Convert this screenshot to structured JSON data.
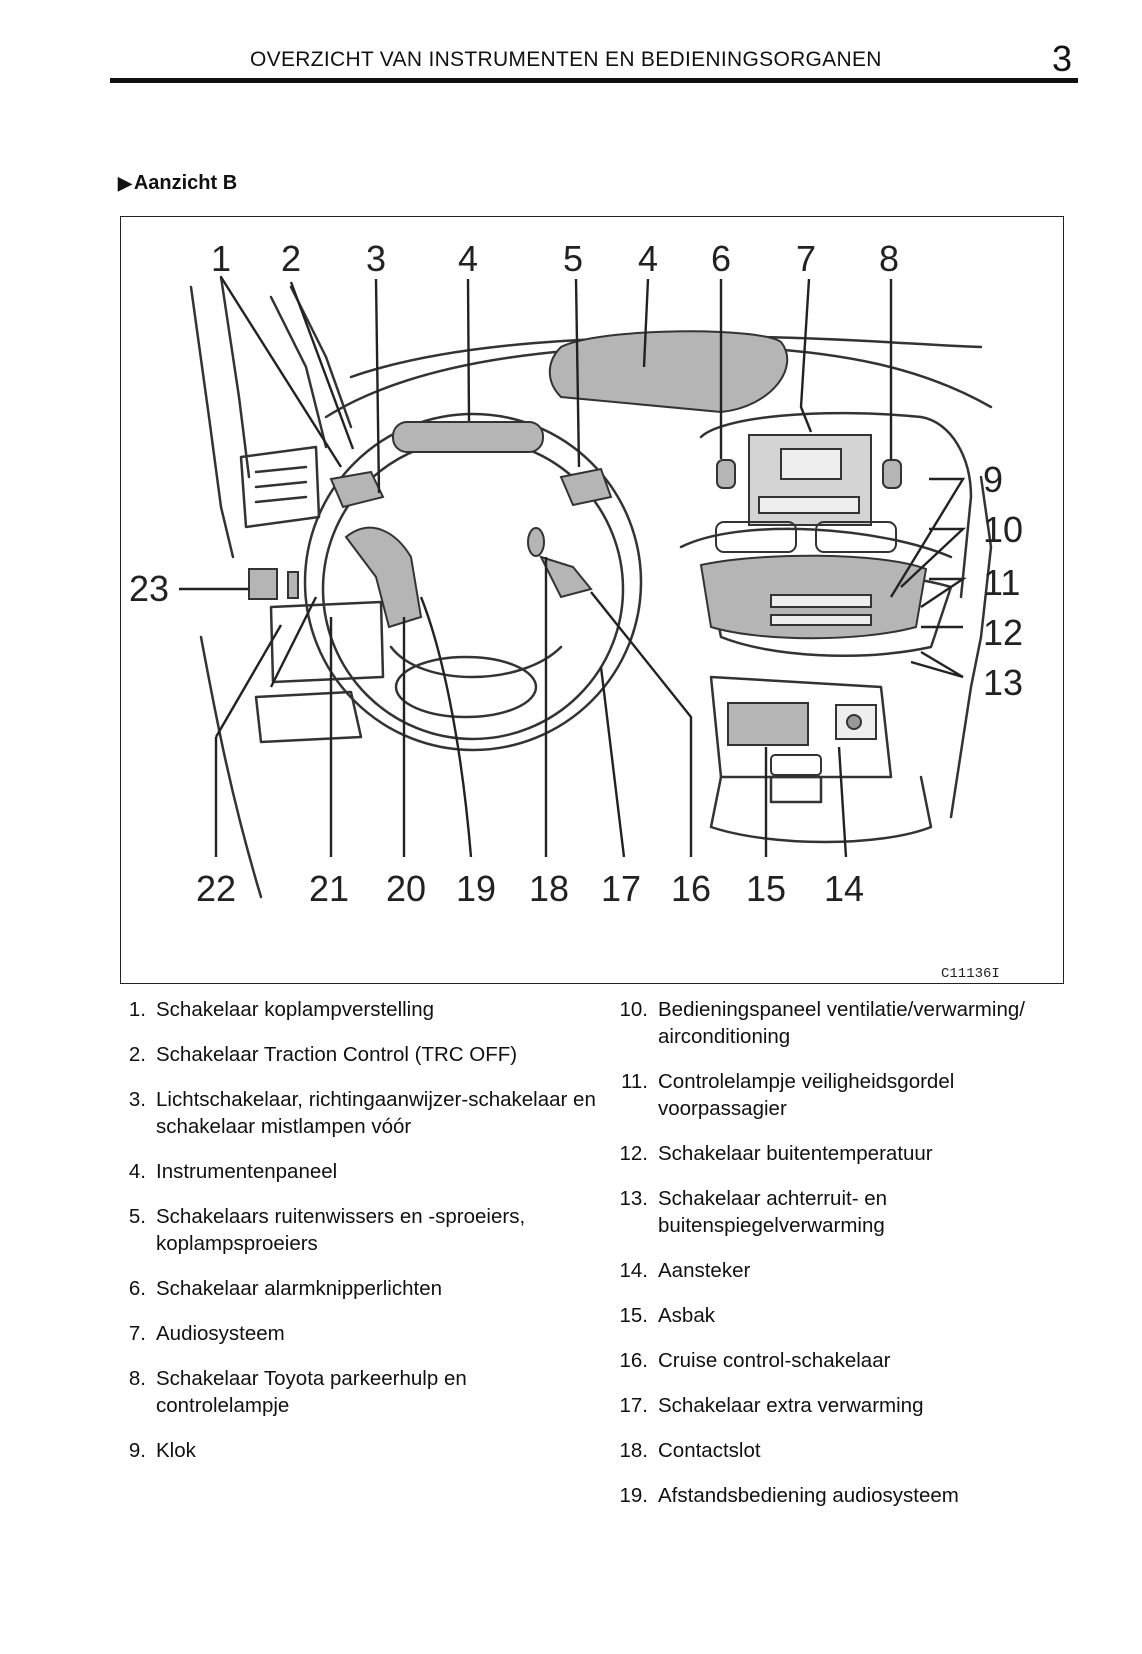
{
  "header": {
    "title": "OVERZICHT VAN INSTRUMENTEN EN BEDIENINGSORGANEN",
    "page_number": "3"
  },
  "section": {
    "marker": "▶",
    "title": "Aanzicht  B"
  },
  "figure": {
    "code": "C11136I",
    "callouts_top": [
      "1",
      "2",
      "3",
      "4",
      "5",
      "4",
      "6",
      "7",
      "8"
    ],
    "callouts_right": [
      "9",
      "10",
      "11",
      "12",
      "13"
    ],
    "callouts_bottom": [
      "22",
      "21",
      "20",
      "19",
      "18",
      "17",
      "16",
      "15",
      "14"
    ],
    "callout_left": "23"
  },
  "legend_left": [
    {
      "num": "1.",
      "text": "Schakelaar koplampverstelling"
    },
    {
      "num": "2.",
      "text": "Schakelaar Traction Control (TRC OFF)"
    },
    {
      "num": "3.",
      "text": "Lichtschakelaar, richtingaanwijzer-schakelaar en schakelaar mistlampen vóór"
    },
    {
      "num": "4.",
      "text": "Instrumentenpaneel"
    },
    {
      "num": "5.",
      "text": "Schakelaars ruitenwissers en -sproeiers, koplampsproeiers"
    },
    {
      "num": "6.",
      "text": "Schakelaar alarmknipperlichten"
    },
    {
      "num": "7.",
      "text": "Audiosysteem"
    },
    {
      "num": "8.",
      "text": "Schakelaar Toyota parkeerhulp en controlelampje"
    },
    {
      "num": "9.",
      "text": "Klok"
    }
  ],
  "legend_right": [
    {
      "num": "10.",
      "text": "Bedieningspaneel ventilatie/verwarming/ airconditioning"
    },
    {
      "num": "11.",
      "text": "Controlelampje veiligheidsgordel voorpassagier"
    },
    {
      "num": "12.",
      "text": "Schakelaar buitentemperatuur"
    },
    {
      "num": "13.",
      "text": "Schakelaar achterruit- en buitenspiegelverwarming"
    },
    {
      "num": "14.",
      "text": "Aansteker"
    },
    {
      "num": "15.",
      "text": "Asbak"
    },
    {
      "num": "16.",
      "text": "Cruise control-schakelaar"
    },
    {
      "num": "17.",
      "text": "Schakelaar extra verwarming"
    },
    {
      "num": "18.",
      "text": "Contactslot"
    },
    {
      "num": "19.",
      "text": "Afstandsbediening audiosysteem"
    }
  ]
}
